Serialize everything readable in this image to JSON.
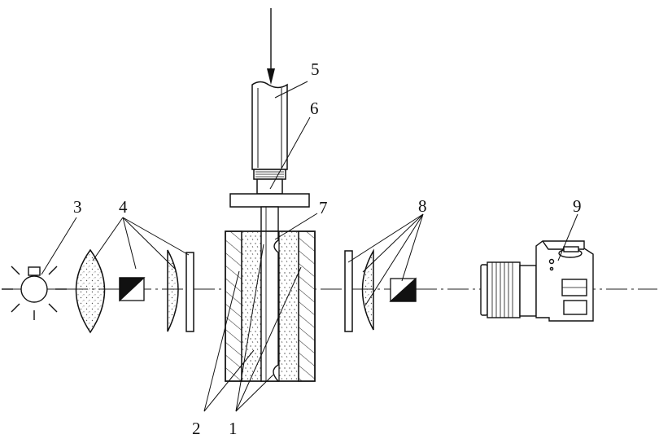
{
  "labels": {
    "specimen": "1",
    "clamp": "2",
    "light_source": "3",
    "polarizer_group": "4",
    "loading_rod": "5",
    "load_cell": "6",
    "loading_plate": "7",
    "analyzer_group": "8",
    "camera": "9"
  },
  "colors": {
    "line": "#111111",
    "fill": "#ffffff"
  }
}
